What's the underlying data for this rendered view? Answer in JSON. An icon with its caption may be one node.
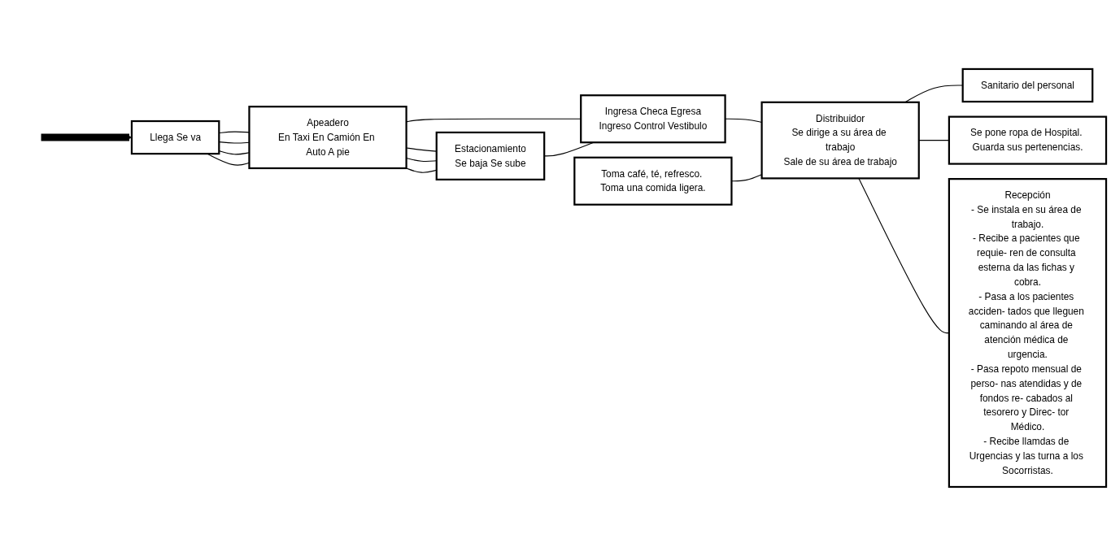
{
  "diagram": {
    "nodes": [
      {
        "text": [
          "Llega Se va"
        ]
      },
      {
        "text": [
          "Apeadero",
          "En Taxi En Camión En Auto A pie"
        ]
      },
      {
        "text": [
          "Estacionamiento",
          "Se baja Se sube"
        ]
      },
      {
        "text": [
          "Ingresa Checa Egresa",
          "Ingreso Control Vestibulo"
        ]
      },
      {
        "text": [
          "Toma café, té, refresco. Toma una comida ligera."
        ]
      },
      {
        "text": [
          "Distribuidor",
          "Se dirige a su área de trabajo",
          "Sale de su área de trabajo"
        ]
      },
      {
        "text": [
          "Sanitario del personal"
        ]
      },
      {
        "text": [
          "Se pone ropa de Hospital. Guarda sus pertenencias."
        ]
      },
      {
        "text": [
          "Recepción",
          "- Se instala en su área de trabajo.",
          "- Recibe a pacientes que requie- ren de consulta esterna da las fichas y cobra.",
          "- Pasa a los pacientes acciden- tados que lleguen caminando al área de atención médica de urgencia.",
          "- Pasa repoto mensual de perso- nas atendidas y de fondos re- cabados al tesorero y Direc- tor Médico.",
          "- Recibe llamdas de Urgencias y las turna a los Socorristas."
        ]
      }
    ],
    "edges": [
      {
        "from": null,
        "to": 0,
        "arrow": "to",
        "style": "thick"
      },
      {
        "from": 0,
        "to": 1,
        "arrow": "none"
      },
      {
        "from": 0,
        "to": 1,
        "arrow": "none"
      },
      {
        "from": 0,
        "to": 1,
        "arrow": "none"
      },
      {
        "from": 0,
        "to": 1,
        "arrow": "none"
      },
      {
        "from": 1,
        "to": 2,
        "arrow": "none"
      },
      {
        "from": 1,
        "to": 2,
        "arrow": "none"
      },
      {
        "from": 1,
        "to": 2,
        "arrow": "none"
      },
      {
        "from": 1,
        "to": 3,
        "arrow": "none"
      },
      {
        "from": 2,
        "to": 3,
        "arrow": "none"
      },
      {
        "from": 3,
        "to": 5,
        "arrow": "none"
      },
      {
        "from": 4,
        "to": 5,
        "arrow": "none"
      },
      {
        "from": 5,
        "to": 6,
        "arrow": "none"
      },
      {
        "from": 5,
        "to": 7,
        "arrow": "none"
      },
      {
        "from": 5,
        "to": 8,
        "arrow": "none"
      }
    ]
  }
}
